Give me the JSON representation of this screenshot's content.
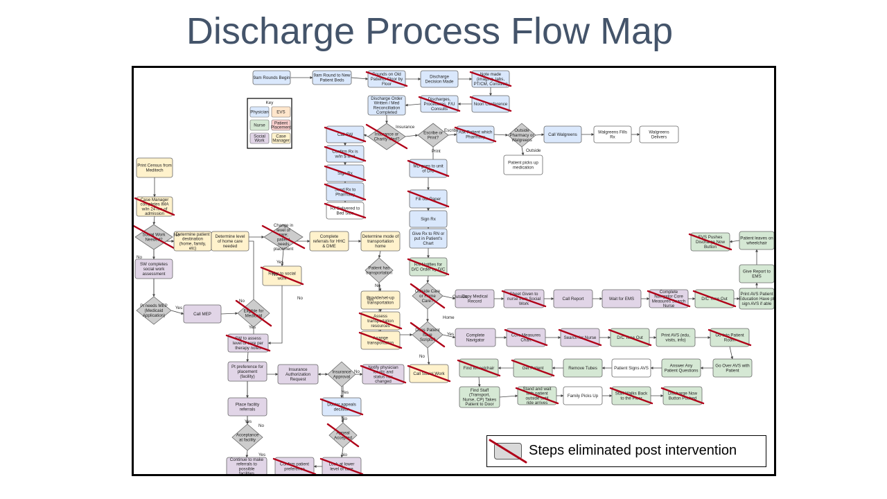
{
  "title": "Discharge Process Flow Map",
  "key": {
    "title": "Key",
    "items": [
      {
        "id": "physician",
        "label": "Physician",
        "color": "#dae8fc"
      },
      {
        "id": "evs",
        "label": "EVS",
        "color": "#ffe6cc"
      },
      {
        "id": "nurse",
        "label": "Nurse",
        "color": "#d5e8d4"
      },
      {
        "id": "placement",
        "label": "Patient Placement",
        "color": "#f8cecc"
      },
      {
        "id": "sw",
        "label": "Social Work",
        "color": "#e1d5e7"
      },
      {
        "id": "cm",
        "label": "Case Manager",
        "color": "#fff2cc"
      }
    ]
  },
  "legend": {
    "label": "Steps eliminated post intervention",
    "swatch_color": "#d9d9d9",
    "mark_color": "#b00018"
  },
  "colors": {
    "physician": "#dae8fc",
    "evs": "#ffe6cc",
    "nurse": "#d5e8d4",
    "placement": "#f8cecc",
    "sw": "#e1d5e7",
    "cm": "#fff2cc",
    "plain": "#ffffff",
    "decision": "#cccccc"
  },
  "nodes": [
    {
      "id": "n1",
      "text": "9am Rounds Begin",
      "role": "physician"
    },
    {
      "id": "n2",
      "text": "9am Round to New Patient Beds",
      "role": "physician"
    },
    {
      "id": "n3",
      "text": "Rounds on Old Patients Floor by Floor",
      "role": "physician",
      "eliminated": true
    },
    {
      "id": "n4",
      "text": "Discharge Decision Made",
      "role": "physician"
    },
    {
      "id": "n5",
      "text": "Note made (imaging, labs, PT/CM, Consults)",
      "role": "physician",
      "eliminated": true
    },
    {
      "id": "n6",
      "text": "Noon Conference",
      "role": "physician",
      "eliminated": true
    },
    {
      "id": "n7",
      "text": "Discharges, Procedures, F/U Consults",
      "role": "physician",
      "eliminated": true
    },
    {
      "id": "n8",
      "text": "Discharge Order Written / Med Reconciliation Completed",
      "role": "physician"
    },
    {
      "id": "n9",
      "text": "Insurance or Charity Med?",
      "role": "decision",
      "eliminated": true
    },
    {
      "id": "n10",
      "text": "Escribe or Print?",
      "role": "decision"
    },
    {
      "id": "n11",
      "text": "Ask Patient which Pharmacy",
      "role": "physician",
      "eliminated": true
    },
    {
      "id": "n12",
      "text": "Outside Pharmacy or Walgreens",
      "role": "decision"
    },
    {
      "id": "n13",
      "text": "Call Walgreens",
      "role": "physician"
    },
    {
      "id": "n14",
      "text": "Walgreens Fills Rx",
      "role": "plain"
    },
    {
      "id": "n15",
      "text": "Walgreens Delivers",
      "role": "plain"
    },
    {
      "id": "n16",
      "text": "Patient picks up medication",
      "role": "plain"
    },
    {
      "id": "n17",
      "text": "Call SW",
      "role": "physician",
      "eliminated": true
    },
    {
      "id": "n18",
      "text": "Confirm Rx is w/in $ limit",
      "role": "physician",
      "eliminated": true
    },
    {
      "id": "n19",
      "text": "Sign Rx",
      "role": "physician",
      "eliminated": true
    },
    {
      "id": "n20",
      "text": "Send Rx to Pharmacy",
      "role": "physician",
      "eliminated": true
    },
    {
      "id": "n21",
      "text": "Rx Delivered to Bed Side",
      "role": "plain",
      "eliminated": true
    },
    {
      "id": "n22",
      "text": "MD goes to unit of D/C",
      "role": "physician",
      "eliminated": true
    },
    {
      "id": "n23",
      "text": "Fill out Paper",
      "role": "physician",
      "eliminated": true
    },
    {
      "id": "n24",
      "text": "Sign Rx",
      "role": "physician"
    },
    {
      "id": "n25",
      "text": "Give Rx to RN or put in Patient's Chart",
      "role": "physician"
    },
    {
      "id": "n26",
      "text": "RN Notifies for D/C Order by D/C",
      "role": "nurse",
      "eliminated": true
    },
    {
      "id": "n27",
      "text": "Outside Care or Home Care?",
      "role": "decision",
      "eliminated": true
    },
    {
      "id": "n28",
      "text": "Copy Medical Record",
      "role": "sw"
    },
    {
      "id": "n29",
      "text": "Sheet Given to nurse from Social Work",
      "role": "sw",
      "eliminated": true
    },
    {
      "id": "n30",
      "text": "Call Report",
      "role": "sw"
    },
    {
      "id": "n31",
      "text": "Wait for EMS",
      "role": "sw"
    },
    {
      "id": "n32",
      "text": "Complete Navigator Core Measures Search Nurse",
      "role": "sw",
      "eliminated": true
    },
    {
      "id": "n33",
      "text": "D/C Time Out",
      "role": "nurse",
      "eliminated": true
    },
    {
      "id": "n34",
      "text": "Print AVS Patient Education Have pt sign AVS if able",
      "role": "nurse"
    },
    {
      "id": "n35",
      "text": "Give Report to EMS",
      "role": "nurse"
    },
    {
      "id": "n36",
      "text": "Patient leaves on wheelchair",
      "role": "nurse"
    },
    {
      "id": "n37",
      "text": "EVS Pushes Discharge Now Button",
      "role": "nurse",
      "eliminated": true
    },
    {
      "id": "n38",
      "text": "Does Patient have Scripts?",
      "role": "decision",
      "eliminated": true
    },
    {
      "id": "n39",
      "text": "Complete Navigator",
      "role": "sw"
    },
    {
      "id": "n40",
      "text": "Core Measures Chart",
      "role": "sw",
      "eliminated": true
    },
    {
      "id": "n41",
      "text": "Search for Nurse",
      "role": "sw",
      "eliminated": true
    },
    {
      "id": "n42",
      "text": "D/C Time Out",
      "role": "nurse",
      "eliminated": true
    },
    {
      "id": "n43",
      "text": "Print AVS (edu, visits, info)",
      "role": "nurse"
    },
    {
      "id": "n44",
      "text": "Go Into Patient Room",
      "role": "nurse",
      "eliminated": true
    },
    {
      "id": "n45",
      "text": "Go Over AVS with Patient",
      "role": "nurse"
    },
    {
      "id": "n46",
      "text": "Answer Any Patient Questions",
      "role": "nurse"
    },
    {
      "id": "n47",
      "text": "Patient Signs AVS",
      "role": "plain"
    },
    {
      "id": "n48",
      "text": "Remove Tubes",
      "role": "nurse"
    },
    {
      "id": "n49",
      "text": "Get Patient",
      "role": "nurse",
      "eliminated": true
    },
    {
      "id": "n50",
      "text": "Find Wheelchair",
      "role": "nurse",
      "eliminated": true
    },
    {
      "id": "n51",
      "text": "Find Staff (Transport, Nurse, CP) Takes Patient to Door",
      "role": "nurse"
    },
    {
      "id": "n52",
      "text": "Stand and wait with patient outside until ride arrives",
      "role": "nurse",
      "eliminated": true
    },
    {
      "id": "n53",
      "text": "Family Picks Up",
      "role": "plain"
    },
    {
      "id": "n54",
      "text": "Staff Walks Back to the Floor",
      "role": "nurse",
      "eliminated": true
    },
    {
      "id": "n55",
      "text": "Discharge Now Button Pushed",
      "role": "nurse",
      "eliminated": true
    },
    {
      "id": "n56",
      "text": "Print Census from Meditech",
      "role": "cm"
    },
    {
      "id": "n57",
      "text": "Case Manager completes IMA w/in 24 hrs of admission",
      "role": "cm",
      "eliminated": true
    },
    {
      "id": "n58",
      "text": "Social Work Needed?",
      "role": "decision",
      "eliminated": true
    },
    {
      "id": "n59",
      "text": "Determine patient destination (home, family, etc)",
      "role": "cm"
    },
    {
      "id": "n60",
      "text": "Determine level of home care needed",
      "role": "cm"
    },
    {
      "id": "n61",
      "text": "Change in level of care; patient needs placement",
      "role": "decision",
      "eliminated": true
    },
    {
      "id": "n62",
      "text": "Complete referrals for HHC & DME",
      "role": "cm"
    },
    {
      "id": "n63",
      "text": "Determine mode of transportation home",
      "role": "cm"
    },
    {
      "id": "n64",
      "text": "Refer to social work",
      "role": "cm",
      "eliminated": true
    },
    {
      "id": "n65",
      "text": "Patient has transportation",
      "role": "decision"
    },
    {
      "id": "n66",
      "text": "Provide/set-up transportation",
      "role": "cm"
    },
    {
      "id": "n67",
      "text": "Assess transportation resources",
      "role": "cm",
      "eliminated": true
    },
    {
      "id": "n68",
      "text": "Arrange transportation",
      "role": "cm",
      "eliminated": true
    },
    {
      "id": "n69",
      "text": "Call Social Work",
      "role": "cm",
      "eliminated": true
    },
    {
      "id": "n70",
      "text": "SW completes social work assessment",
      "role": "sw"
    },
    {
      "id": "n71",
      "text": "Pt needs MEP (Medicaid Application)",
      "role": "decision"
    },
    {
      "id": "n72",
      "text": "Call MEP",
      "role": "sw"
    },
    {
      "id": "n73",
      "text": "Eligible for Medicaid",
      "role": "decision",
      "eliminated": true
    },
    {
      "id": "n74",
      "text": "SW to assess level of care per therapy notes",
      "role": "sw",
      "eliminated": true
    },
    {
      "id": "n75",
      "text": "Pt preference for placement (facility)",
      "role": "sw"
    },
    {
      "id": "n76",
      "text": "Place facility referrals",
      "role": "sw"
    },
    {
      "id": "n77",
      "text": "Acceptance at facility",
      "role": "decision"
    },
    {
      "id": "n78",
      "text": "Continue to make referrals to possible facilities",
      "role": "sw"
    },
    {
      "id": "n79",
      "text": "Insurance Authorization Request",
      "role": "sw"
    },
    {
      "id": "n80",
      "text": "Insurance Approval",
      "role": "decision"
    },
    {
      "id": "n81",
      "text": "Notify physician for d/c and status has changed",
      "role": "sw",
      "eliminated": true
    },
    {
      "id": "n82",
      "text": "Doctor appeals decision",
      "role": "physician",
      "eliminated": true
    },
    {
      "id": "n83",
      "text": "Appeal Accepted",
      "role": "decision",
      "eliminated": true
    },
    {
      "id": "n84",
      "text": "Look at lower level of care",
      "role": "sw",
      "eliminated": true
    },
    {
      "id": "n85",
      "text": "Confirm patient preference",
      "role": "sw",
      "eliminated": true
    }
  ],
  "edge_labels": [
    "Insurance",
    "Escribe",
    "Print",
    "Outside",
    "Outside",
    "Home",
    "Yes",
    "No",
    "No",
    "Yes",
    "No",
    "Yes",
    "No",
    "Yes",
    "No",
    "Yes",
    "No",
    "Yes",
    "No",
    "Yes",
    "No",
    "No",
    "No",
    "Yes",
    "No"
  ]
}
